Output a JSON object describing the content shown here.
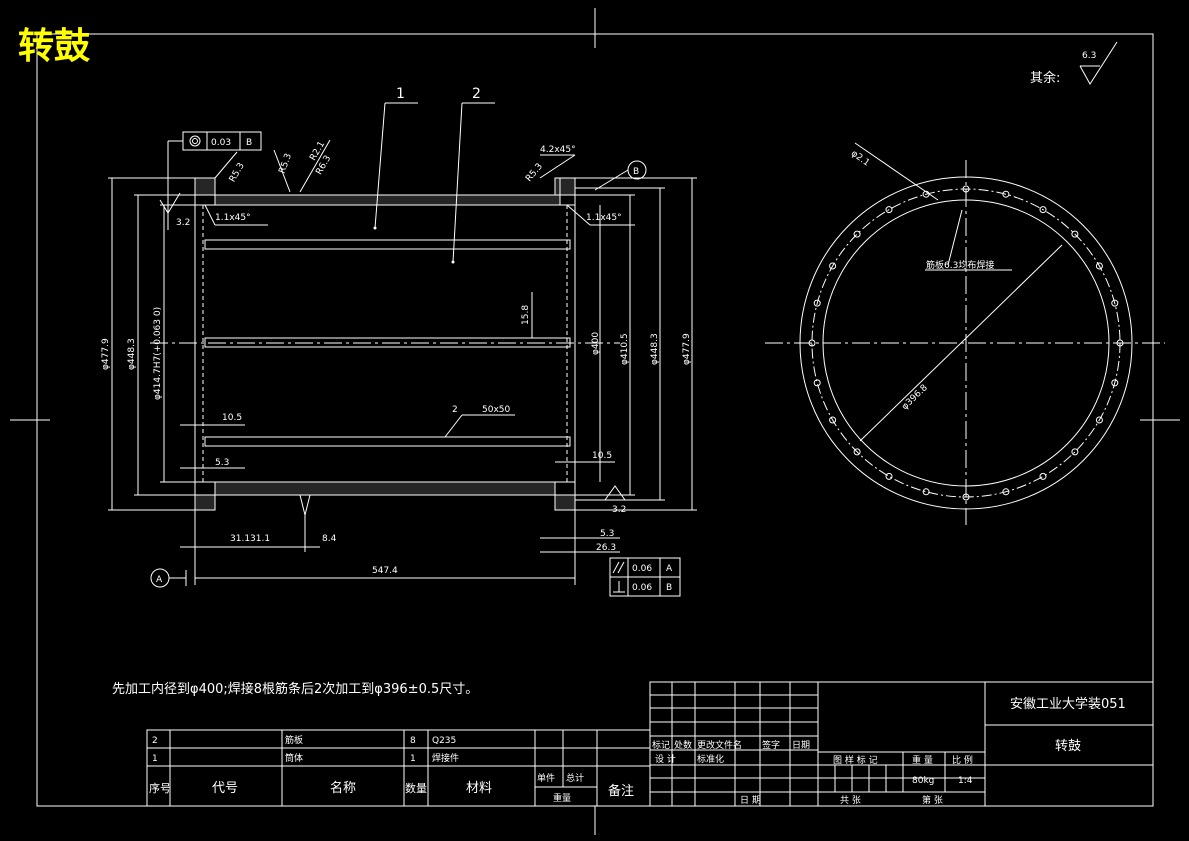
{
  "title": "转鼓",
  "roughness": {
    "label": "其余:",
    "value": "6.3"
  },
  "part_balloons": [
    "1",
    "2"
  ],
  "geo_tol": {
    "runout": {
      "value": "0.03",
      "datum": "B"
    },
    "parallel": {
      "value": "0.06",
      "datum": "A"
    },
    "perpendicular": {
      "value": "0.06",
      "datum": "B"
    }
  },
  "datums": {
    "a": "A",
    "b": "B"
  },
  "dims": {
    "r53_left": "R5.3",
    "r53_mid": "R5.3",
    "r21": "R2.1",
    "r63": "R6.3",
    "chamfer_42": "4.2x45°",
    "r53_right": "R5.3",
    "chamfer_11_left": "1.1x45°",
    "chamfer_11_right": "1.1x45°",
    "rough_left": "3.2",
    "rough_right": "3.2",
    "d4779_left": "φ477.9",
    "d4483_left": "φ448.3",
    "d414_left": "φ414.7H7(+0.063 0)",
    "d158": "15.8",
    "d400": "φ400",
    "d4105": "φ410.5",
    "d4483_right": "φ448.3",
    "d4779_right": "φ477.9",
    "d105_left": "10.5",
    "d53_left": "5.3",
    "d105_right": "10.5",
    "rib_label": "2",
    "rib_size": "50x50",
    "d31_left": "31.1",
    "d31_right": "31.1",
    "d84": "8.4",
    "d53_right": "5.3",
    "d263": "26.3",
    "d5474": "547.4"
  },
  "circle_view": {
    "hole_dia": "φ2.1",
    "note": "筋板6.3均布焊接",
    "diameter": "φ396.8"
  },
  "tech_note": "先加工内径到φ400;焊接8根筋条后2次加工到φ396±0.5尺寸。",
  "bom": {
    "rows": [
      {
        "no": "2",
        "code": "",
        "name": "筋板",
        "qty": "8",
        "material": "Q235",
        "unit": "",
        "total": "",
        "remark": ""
      },
      {
        "no": "1",
        "code": "",
        "name": "筒体",
        "qty": "1",
        "material": "焊接件",
        "unit": "",
        "total": "",
        "remark": ""
      }
    ],
    "header": {
      "no": "序号",
      "code": "代号",
      "name": "名称",
      "qty": "数量",
      "material": "材料",
      "unit": "单件",
      "total": "总计",
      "weight": "重量",
      "remark": "备注"
    }
  },
  "title_block": {
    "school": "安徽工业大学装051",
    "drawing_name": "转鼓",
    "rev_header": [
      "标记",
      "处数",
      "更改文件名",
      "签字",
      "日期"
    ],
    "design": "设 计",
    "standard": "标准化",
    "stage": "图 样 标 记",
    "weight_label": "重 量",
    "scale_label": "比 例",
    "weight_value": "80kg",
    "scale_value": "1:4",
    "sheet_total": "共 张",
    "sheet_no": "第 张",
    "date": "日 期"
  }
}
